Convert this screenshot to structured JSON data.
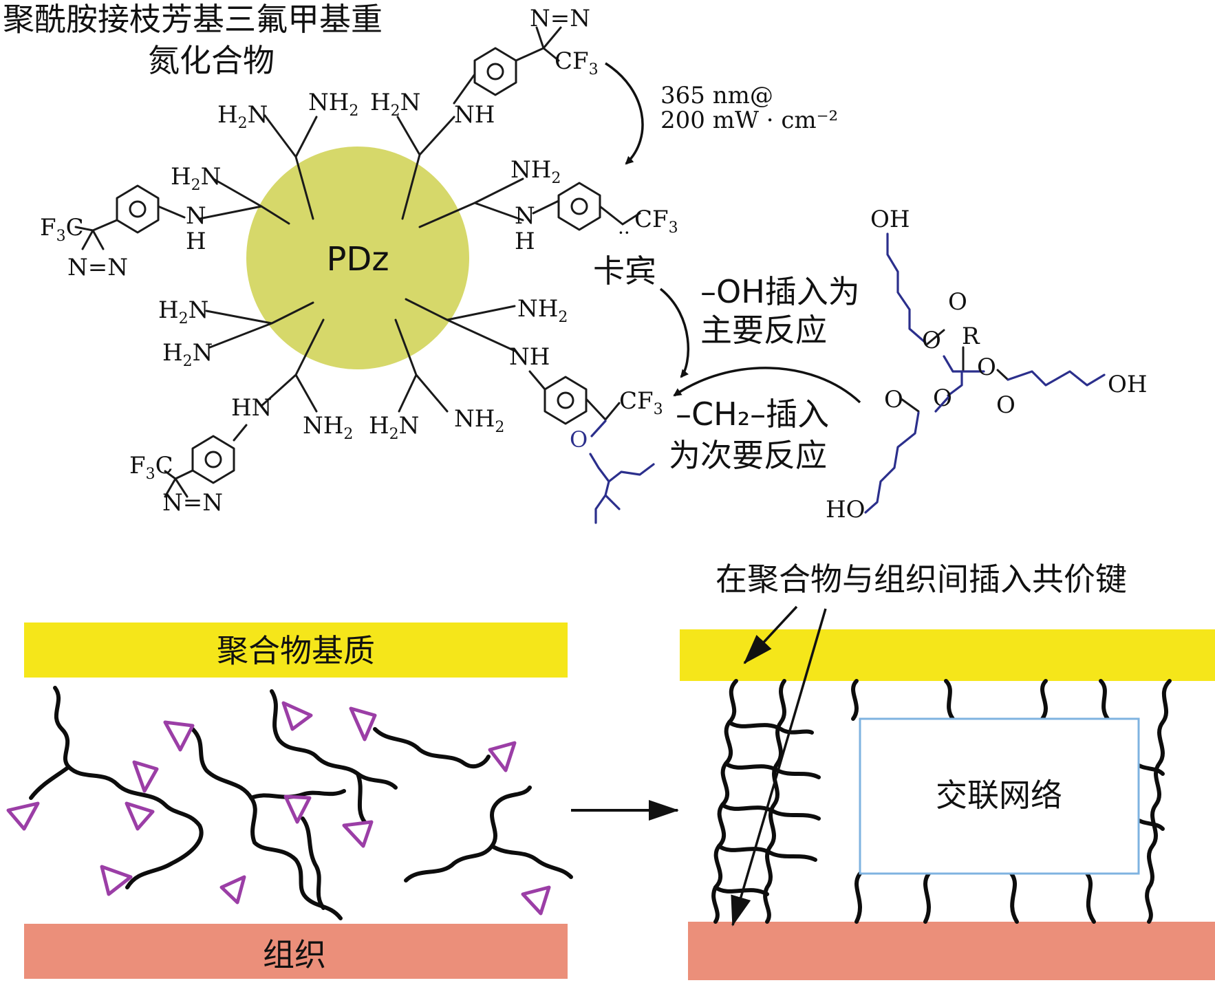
{
  "top": {
    "title_line1": "聚酰胺接枝芳基三氟甲基重",
    "title_line2": "氮化合物",
    "core_label": "PDz",
    "conditions_line1": "365 nm@",
    "conditions_line2": "200 mW · cm⁻²",
    "carbene_label": "卡宾",
    "oh_insert_line1": "–OH插入为",
    "oh_insert_line2": "主要反应",
    "ch2_insert_line1": "–CH₂–插入",
    "ch2_insert_line2": "为次要反应",
    "groups": {
      "nh2": "NH",
      "h2n": "H",
      "n_eq_n": "N=N",
      "cf3": "CF",
      "f3c": "F",
      "nh": "NH",
      "hn": "HN",
      "n": "N",
      "h": "H",
      "oh": "OH",
      "ho": "HO",
      "o": "O",
      "r": "R",
      "c": "C",
      "sub2": "2",
      "sub3": "3"
    }
  },
  "bottom": {
    "matrix_label": "聚合物基质",
    "tissue_label": "组织",
    "covalent_label": "在聚合物与组织间插入共价键",
    "network_label": "交联网络"
  },
  "colors": {
    "core": "#d6d86a",
    "matrix": "#f5e61a",
    "tissue": "#eb8f7a",
    "diazirine": "#9b3ea6",
    "polyol": "#2b2f8c",
    "network_border": "#7fb3e0"
  }
}
